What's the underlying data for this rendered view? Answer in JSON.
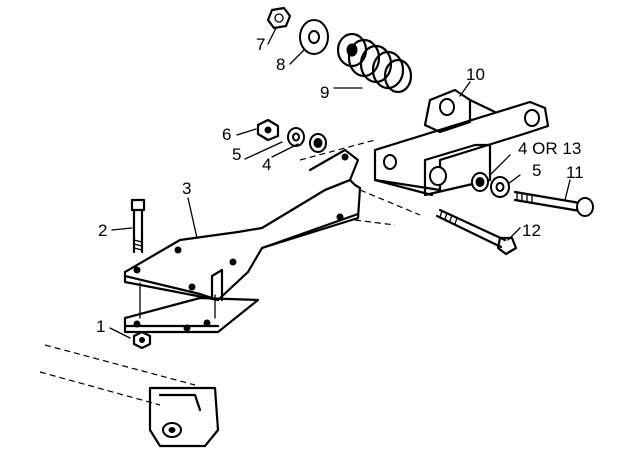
{
  "callouts": {
    "c1": "1",
    "c2": "2",
    "c3": "3",
    "c4a": "4",
    "c4b": "4 OR 13",
    "c5a": "5",
    "c5b": "5",
    "c6": "6",
    "c7": "7",
    "c8": "8",
    "c9": "9",
    "c10": "10",
    "c11": "11",
    "c12": "12"
  }
}
